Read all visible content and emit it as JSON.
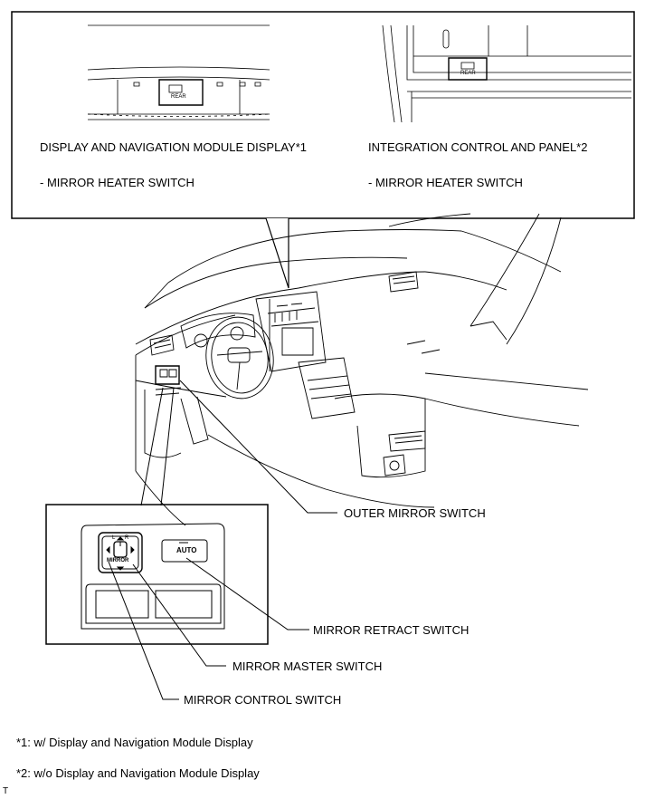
{
  "top_callout": {
    "left_title": "DISPLAY AND NAVIGATION MODULE DISPLAY*1",
    "left_item": "- MIRROR HEATER SWITCH",
    "right_title": "INTEGRATION CONTROL AND PANEL*2",
    "right_item": "- MIRROR HEATER SWITCH",
    "rear_button_text_left": "REAR",
    "rear_button_text_right": "REAR"
  },
  "callouts": {
    "outer_mirror_switch": "OUTER MIRROR SWITCH",
    "mirror_retract_switch": "MIRROR RETRACT SWITCH",
    "mirror_master_switch": "MIRROR MASTER SWITCH",
    "mirror_control_switch": "MIRROR CONTROL SWITCH"
  },
  "switch_panel": {
    "mirror_label": "MIRROR",
    "left_letter": "L",
    "right_letter": "R",
    "auto_label": "AUTO"
  },
  "footnotes": {
    "note1": "*1: w/ Display and Navigation Module Display",
    "note2": "*2: w/o Display and Navigation Module Display"
  },
  "corner_mark": "T",
  "colors": {
    "line": "#000000",
    "background": "#ffffff"
  }
}
